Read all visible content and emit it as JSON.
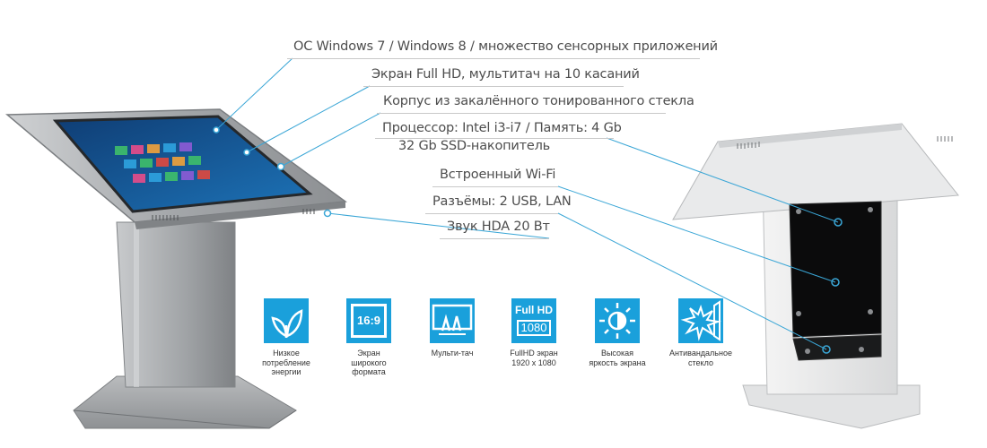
{
  "specs": [
    "ОС Windows 7 / Windows 8 / множество сенсорных приложений",
    "Экран Full HD, мультитач на 10 касаний",
    "Корпус из закалённого тонированного стекла",
    "Процессор: Intel i3-i7 / Память: 4 Gb",
    "32 Gb SSD-накопитель",
    "Встроенный Wi-Fi",
    "Разъёмы: 2 USB, LAN",
    "Звук HDA 20 Вт"
  ],
  "features": [
    {
      "icon": "leaf-icon",
      "label": "Низкое\nпотребление\nэнергии"
    },
    {
      "icon": "aspect-ratio-icon",
      "label": "Экран\nширокого\nформата",
      "glyph": "16:9"
    },
    {
      "icon": "multitouch-icon",
      "label": "Мульти-тач"
    },
    {
      "icon": "full-hd-icon",
      "label": "FullHD экран\n1920 x 1080",
      "glyph_top": "Full HD",
      "glyph_bottom": "1080"
    },
    {
      "icon": "brightness-icon",
      "label": "Высокая\nяркость экрана"
    },
    {
      "icon": "shatterproof-glass-icon",
      "label": "Антивандальное\nстекло"
    }
  ],
  "colors": {
    "accent": "#1aa0db",
    "callout_line": "#3aa6d6",
    "steel": "#a9acaf",
    "screen": "#1a5c9a"
  }
}
